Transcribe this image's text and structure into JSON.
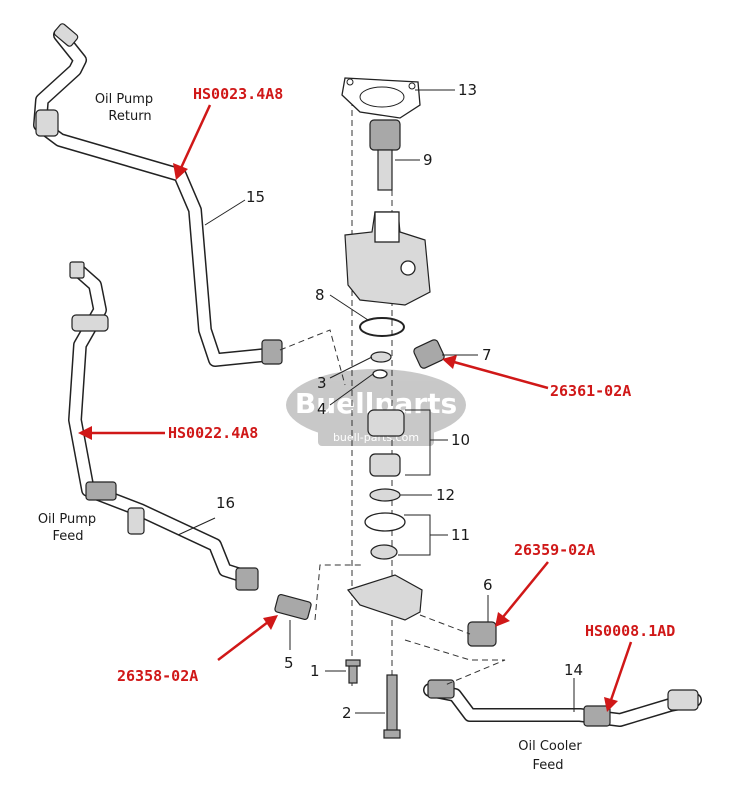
{
  "callouts": {
    "n1": "1",
    "n2": "2",
    "n3": "3",
    "n4": "4",
    "n5": "5",
    "n6": "6",
    "n7": "7",
    "n8": "8",
    "n9": "9",
    "n10": "10",
    "n11": "11",
    "n12": "12",
    "n13": "13",
    "n14": "14",
    "n15": "15",
    "n16": "16"
  },
  "captions": {
    "oil_pump_return": [
      "Oil Pump",
      "Return"
    ],
    "oil_pump_feed": [
      "Oil Pump",
      "Feed"
    ],
    "oil_cooler_feed": [
      "Oil Cooler",
      "Feed"
    ]
  },
  "part_numbers": {
    "return_hose": "HS0023.4A8",
    "feed_hose": "HS0022.4A8",
    "fitting_7": "26361-02A",
    "fitting_6": "26359-02A",
    "fitting_5": "26358-02A",
    "cooler_hose": "HS0008.1AD"
  },
  "watermark": {
    "brand": "Buellparts",
    "url": "buell-parts.com"
  },
  "colors": {
    "part_number_red": "#d01818",
    "watermark_grey": "#9c9c9c",
    "line_dark": "#222222"
  }
}
